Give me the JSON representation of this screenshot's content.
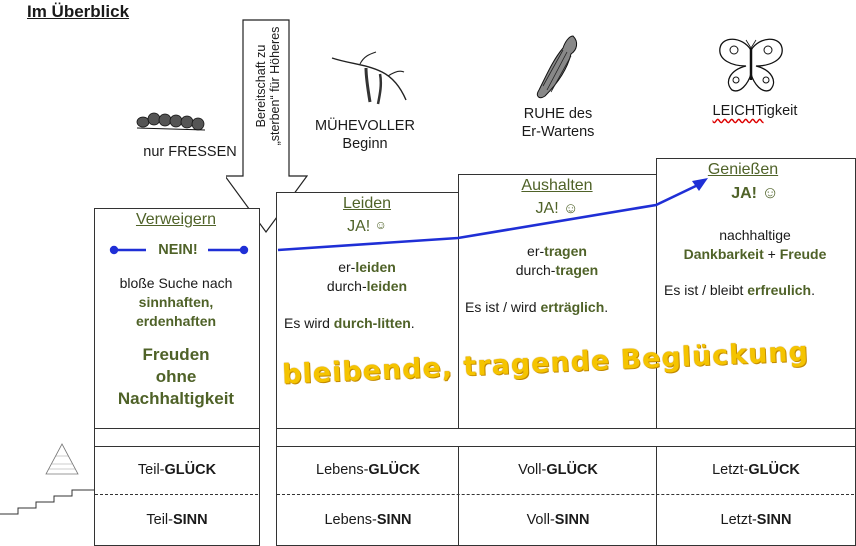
{
  "title": "Im Überblick",
  "arrow_text": "Bereitschaft zu „sterben“ für Höheres",
  "stages": [
    {
      "label": "nur FRESSEN",
      "icon": "caterpillar-icon"
    },
    {
      "label_line1": "MÜHEVOLLER",
      "label_line2": "Beginn",
      "icon": "larva-on-branch-icon"
    },
    {
      "label_line1": "RUHE des",
      "label_line2": "Er-Wartens",
      "icon": "chrysalis-icon"
    },
    {
      "label_prefix": "LEICHT",
      "label_suffix": "igkeit",
      "icon": "butterfly-icon"
    }
  ],
  "columns": [
    {
      "heading": "Verweigern",
      "answer": "NEIN!",
      "lines": [
        "bloße Suche nach",
        "sinnhaften,",
        "erdenhaften"
      ],
      "big": [
        "Freuden",
        "ohne",
        "Nachhaltigkeit"
      ]
    },
    {
      "heading": "Leiden",
      "answer": "JA!",
      "smiley": "☺",
      "l1a": "er-",
      "l1b": "leiden",
      "l2a": "durch-",
      "l2b": "leiden",
      "sa": "Es wird ",
      "sb": "durch-litten",
      "sc": "."
    },
    {
      "heading": "Aushalten",
      "answer": "JA!",
      "smiley": "☺",
      "l1a": "er-",
      "l1b": "tragen",
      "l2a": "durch-",
      "l2b": "tragen",
      "sa": "Es ist / wird ",
      "sb": "erträglich",
      "sc": "."
    },
    {
      "heading": "Genießen",
      "answer": "JA!",
      "smiley": "☺",
      "l1": "nachhaltige",
      "l2a": "Dankbarkeit",
      "l2b": " + ",
      "l2c": "Freude",
      "sa": "Es ist / bleibt ",
      "sb": "erfreulich",
      "sc": "."
    }
  ],
  "wave_text": "bleibende, tragende Beglückung",
  "bottom_rows": {
    "glueck": [
      {
        "pre": "Teil-",
        "bold": "GLÜCK"
      },
      {
        "pre": "Lebens-",
        "bold": "GLÜCK"
      },
      {
        "pre": "Voll-",
        "bold": "GLÜCK"
      },
      {
        "pre": "Letzt-",
        "bold": "GLÜCK"
      }
    ],
    "sinn": [
      {
        "pre": "Teil-",
        "bold": "SINN"
      },
      {
        "pre": "Lebens-",
        "bold": "SINN"
      },
      {
        "pre": "Voll-",
        "bold": "SINN"
      },
      {
        "pre": "Letzt-",
        "bold": "SINN"
      }
    ]
  },
  "colors": {
    "green": "#4f6228",
    "blue": "#1f2fd6",
    "gold": "#f5c400"
  }
}
